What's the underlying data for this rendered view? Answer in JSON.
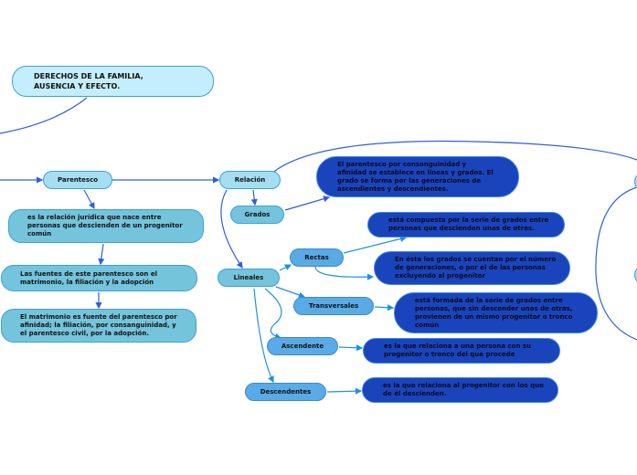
{
  "title": "DERECHOS DE LA FAMILIA, AUSENCIA Y EFECTO.",
  "parentesco": {
    "label": "Parentesco",
    "def": "es la relación jurídica que nace entre personas que descienden de un progenitor común",
    "fuentes": "Las fuentes de este parentesco son el matrimonio, la filiación y la adopción",
    "matrimonio": "El matrimonio es fuente del parentesco por afinidad; la filiación, por consanguinidad, y el parentesco civil, por la adopción."
  },
  "relacion": {
    "label": "Relación",
    "grados": "Grados",
    "grados_def": "El parentesco por consanguinidad y afinidad se establece en líneas y grados. El grado se forma por las generaciones de ascendientes y descendientes.",
    "lineales": "Lineales",
    "rectas": "Rectas",
    "rectas_def1": "está compuesta por la serie de grados entre personas que descienden unas de otras.",
    "rectas_def2": "En ésta los grados se cuentan por el número de generaciones, o por el de las personas excluyendo al progenitor",
    "transversales": "Transversales",
    "transversales_def": "está formada de la serie de grados entre personas, que sin descender unas de otras, provienen de un mismo progenitor o tronco común",
    "ascendente": "Ascendente",
    "ascendente_def": "es la que relaciona a una persona con su progenitor o tronco del que procede",
    "descendentes": "Descendentes",
    "descendentes_def": "es la que relaciona al progenitor con los que de él descienden."
  }
}
